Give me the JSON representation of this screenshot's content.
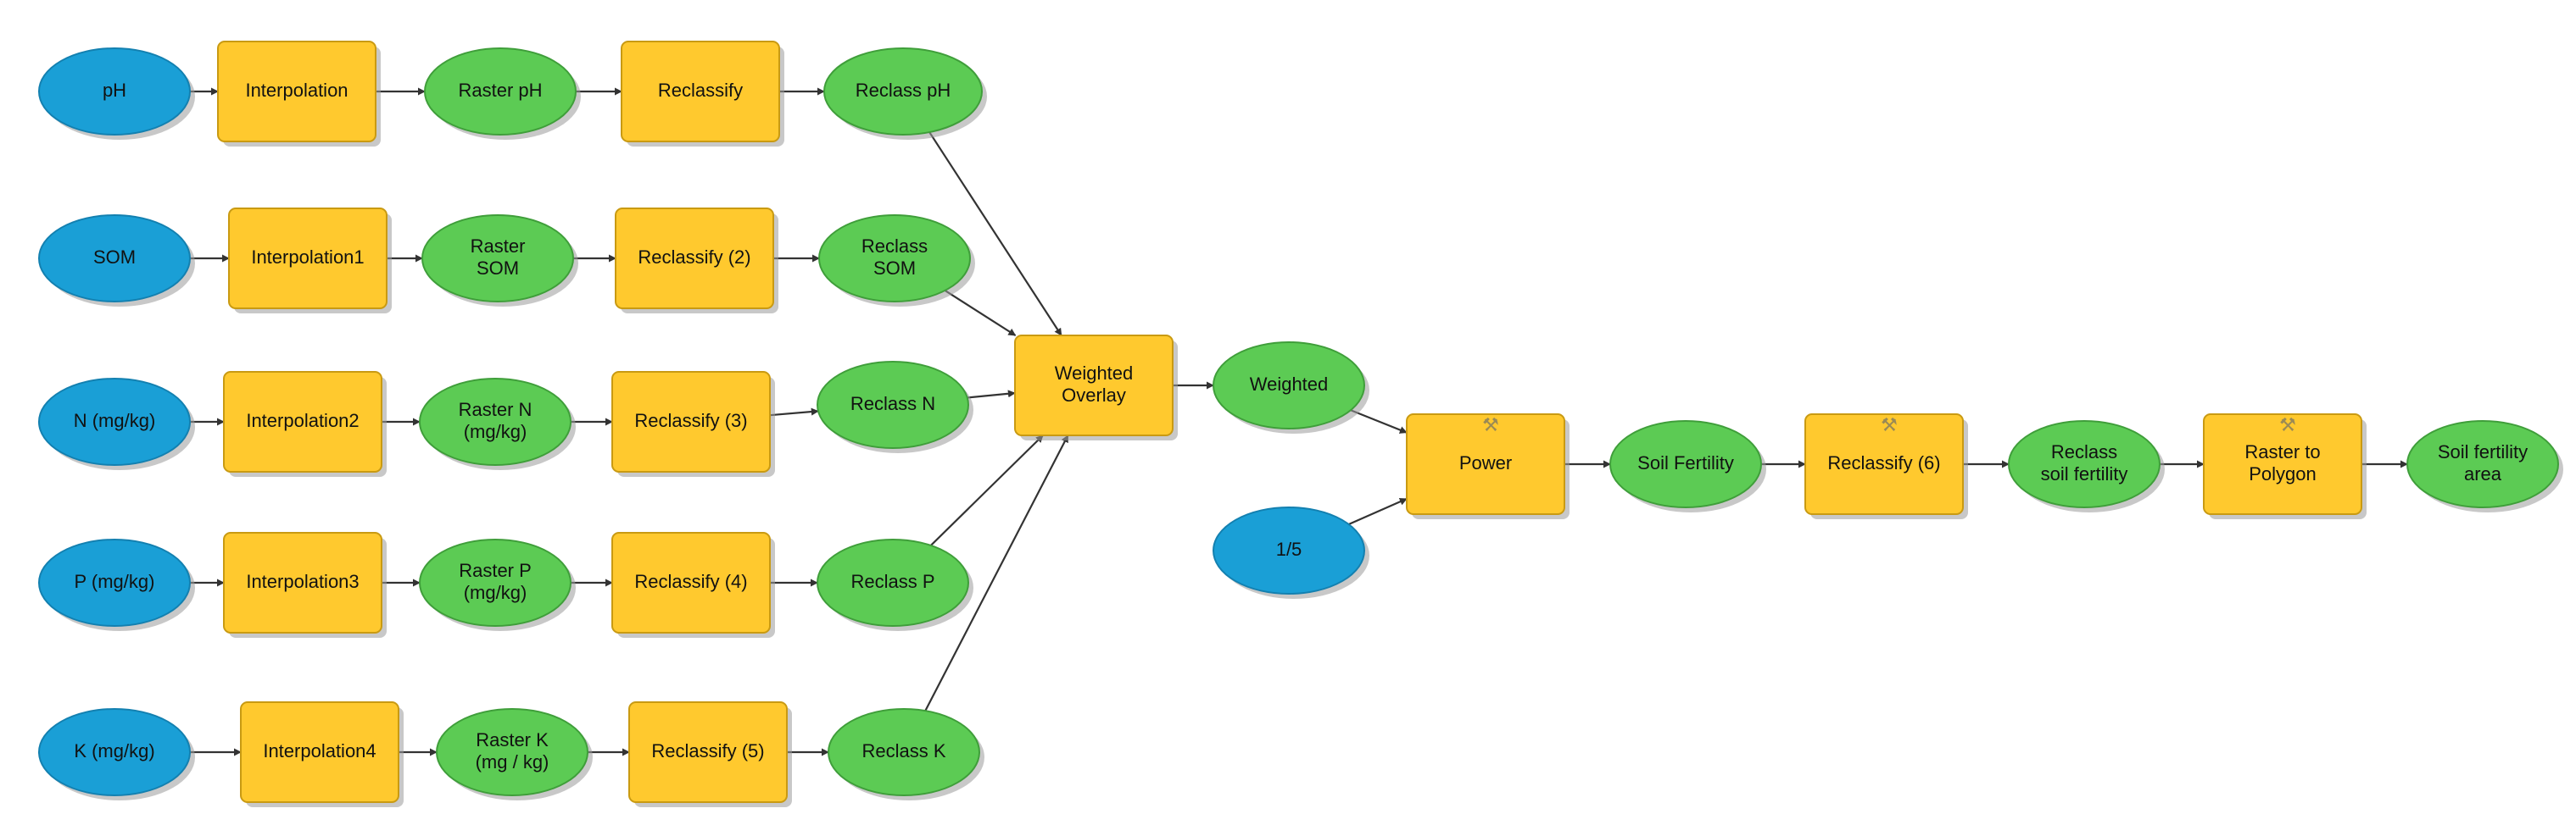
{
  "colors": {
    "data_input": "#1a9fd6",
    "data_input_stroke": "#1380b0",
    "tool": "#ffc92e",
    "tool_stroke": "#c99a12",
    "output": "#5ccb54",
    "output_stroke": "#3f9e3a",
    "edge": "#333333",
    "shadow": "#9a9a9a"
  },
  "nodes": [
    {
      "id": "ph",
      "kind": "data",
      "label": "pH"
    },
    {
      "id": "interp0",
      "kind": "tool",
      "label": "Interpolation"
    },
    {
      "id": "raster_ph",
      "kind": "output",
      "label": "Raster pH"
    },
    {
      "id": "reclassify0",
      "kind": "tool",
      "label": "Reclassify"
    },
    {
      "id": "reclass_ph",
      "kind": "output",
      "label": "Reclass pH"
    },
    {
      "id": "som",
      "kind": "data",
      "label": "SOM"
    },
    {
      "id": "interp1",
      "kind": "tool",
      "label": "Interpolation1"
    },
    {
      "id": "raster_som",
      "kind": "output",
      "label": "Raster\nSOM"
    },
    {
      "id": "reclassify2",
      "kind": "tool",
      "label": "Reclassify (2)"
    },
    {
      "id": "reclass_som",
      "kind": "output",
      "label": "Reclass\nSOM"
    },
    {
      "id": "n",
      "kind": "data",
      "label": "N (mg/kg)"
    },
    {
      "id": "interp2",
      "kind": "tool",
      "label": "Interpolation2"
    },
    {
      "id": "raster_n",
      "kind": "output",
      "label": "Raster N\n(mg/kg)"
    },
    {
      "id": "reclassify3",
      "kind": "tool",
      "label": "Reclassify (3)"
    },
    {
      "id": "reclass_n",
      "kind": "output",
      "label": "Reclass N"
    },
    {
      "id": "p",
      "kind": "data",
      "label": "P (mg/kg)"
    },
    {
      "id": "interp3",
      "kind": "tool",
      "label": "Interpolation3"
    },
    {
      "id": "raster_p",
      "kind": "output",
      "label": "Raster P\n(mg/kg)"
    },
    {
      "id": "reclassify4",
      "kind": "tool",
      "label": "Reclassify (4)"
    },
    {
      "id": "reclass_p",
      "kind": "output",
      "label": "Reclass P"
    },
    {
      "id": "k",
      "kind": "data",
      "label": "K (mg/kg)"
    },
    {
      "id": "interp4",
      "kind": "tool",
      "label": "Interpolation4"
    },
    {
      "id": "raster_k",
      "kind": "output",
      "label": "Raster K\n(mg / kg)"
    },
    {
      "id": "reclassify5",
      "kind": "tool",
      "label": "Reclassify (5)"
    },
    {
      "id": "reclass_k",
      "kind": "output",
      "label": "Reclass K"
    },
    {
      "id": "weighted_overlay",
      "kind": "tool",
      "label": "Weighted\nOverlay"
    },
    {
      "id": "weighted",
      "kind": "output",
      "label": "Weighted"
    },
    {
      "id": "one_fifth",
      "kind": "data",
      "label": "1/5"
    },
    {
      "id": "power",
      "kind": "tool",
      "label": "Power",
      "icon": "hammer-icon"
    },
    {
      "id": "soil_fertility",
      "kind": "output",
      "label": "Soil Fertility"
    },
    {
      "id": "reclassify6",
      "kind": "tool",
      "label": "Reclassify (6)",
      "icon": "hammer-icon"
    },
    {
      "id": "reclass_soil_fertility",
      "kind": "output",
      "label": "Reclass\nsoil fertility"
    },
    {
      "id": "raster_to_polygon",
      "kind": "tool",
      "label": "Raster to\nPolygon",
      "icon": "hammer-icon"
    },
    {
      "id": "soil_fertility_area",
      "kind": "output",
      "label": "Soil fertility\narea"
    }
  ],
  "edges": [
    [
      "ph",
      "interp0"
    ],
    [
      "interp0",
      "raster_ph"
    ],
    [
      "raster_ph",
      "reclassify0"
    ],
    [
      "reclassify0",
      "reclass_ph"
    ],
    [
      "som",
      "interp1"
    ],
    [
      "interp1",
      "raster_som"
    ],
    [
      "raster_som",
      "reclassify2"
    ],
    [
      "reclassify2",
      "reclass_som"
    ],
    [
      "n",
      "interp2"
    ],
    [
      "interp2",
      "raster_n"
    ],
    [
      "raster_n",
      "reclassify3"
    ],
    [
      "reclassify3",
      "reclass_n"
    ],
    [
      "p",
      "interp3"
    ],
    [
      "interp3",
      "raster_p"
    ],
    [
      "raster_p",
      "reclassify4"
    ],
    [
      "reclassify4",
      "reclass_p"
    ],
    [
      "k",
      "interp4"
    ],
    [
      "interp4",
      "raster_k"
    ],
    [
      "raster_k",
      "reclassify5"
    ],
    [
      "reclassify5",
      "reclass_k"
    ],
    [
      "reclass_ph",
      "weighted_overlay"
    ],
    [
      "reclass_som",
      "weighted_overlay"
    ],
    [
      "reclass_n",
      "weighted_overlay"
    ],
    [
      "reclass_p",
      "weighted_overlay"
    ],
    [
      "reclass_k",
      "weighted_overlay"
    ],
    [
      "weighted_overlay",
      "weighted"
    ],
    [
      "weighted",
      "power"
    ],
    [
      "one_fifth",
      "power"
    ],
    [
      "power",
      "soil_fertility"
    ],
    [
      "soil_fertility",
      "reclassify6"
    ],
    [
      "reclassify6",
      "reclass_soil_fertility"
    ],
    [
      "reclass_soil_fertility",
      "raster_to_polygon"
    ],
    [
      "raster_to_polygon",
      "soil_fertility_area"
    ]
  ]
}
